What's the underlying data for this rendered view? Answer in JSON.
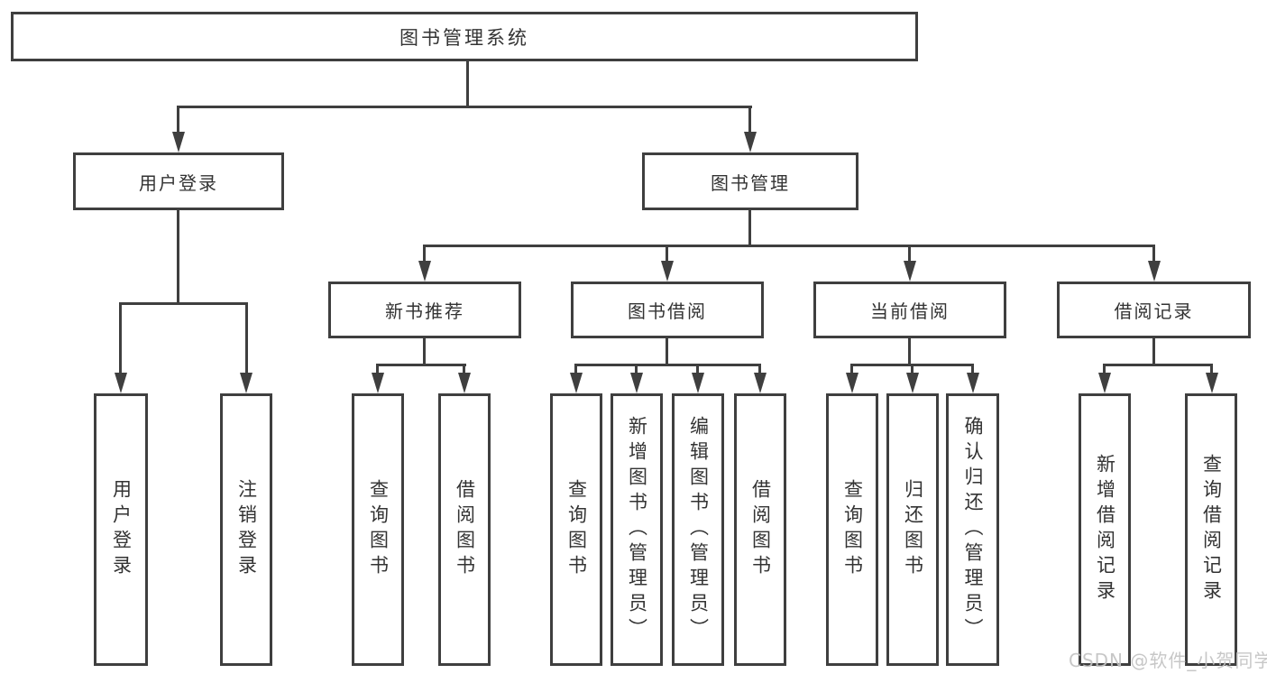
{
  "diagram_type": "hierarchy-tree",
  "colors": {
    "line": "#3f3f3f",
    "text": "#333333",
    "background": "#ffffff",
    "watermark": "#c3c3c3"
  },
  "watermark": {
    "text": "CSDN @软件_小贺同学"
  },
  "tree": {
    "label": "图书管理系统",
    "children": [
      {
        "label": "用户登录",
        "children": [
          {
            "label": "用户登录"
          },
          {
            "label": "注销登录"
          }
        ]
      },
      {
        "label": "图书管理",
        "children": [
          {
            "label": "新书推荐",
            "children": [
              {
                "label": "查询图书"
              },
              {
                "label": "借阅图书"
              }
            ]
          },
          {
            "label": "图书借阅",
            "children": [
              {
                "label": "查询图书"
              },
              {
                "label": "新增图书（管理员）"
              },
              {
                "label": "编辑图书（管理员）"
              },
              {
                "label": "借阅图书"
              }
            ]
          },
          {
            "label": "当前借阅",
            "children": [
              {
                "label": "查询图书"
              },
              {
                "label": "归还图书"
              },
              {
                "label": "确认归还（管理员）"
              }
            ]
          },
          {
            "label": "借阅记录",
            "children": [
              {
                "label": "新增借阅记录"
              },
              {
                "label": "查询借阅记录"
              }
            ]
          }
        ]
      }
    ]
  }
}
